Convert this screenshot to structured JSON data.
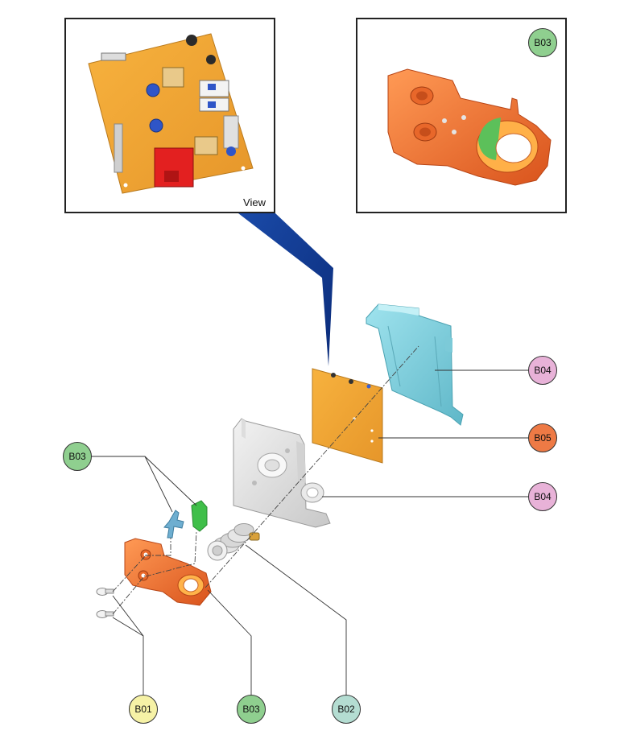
{
  "view_label": "View",
  "colors": {
    "green": "#8fcf8f",
    "pink": "#e8b2d8",
    "orange": "#ee7a45",
    "yellow": "#f6f2a6",
    "teal": "#b4ddd2"
  },
  "callouts": {
    "inset_b03": "B03",
    "b04_top": "B04",
    "b05": "B05",
    "b04_mid": "B04",
    "b03_left": "B03",
    "b01": "B01",
    "b03_bottom": "B03",
    "b02": "B02"
  }
}
